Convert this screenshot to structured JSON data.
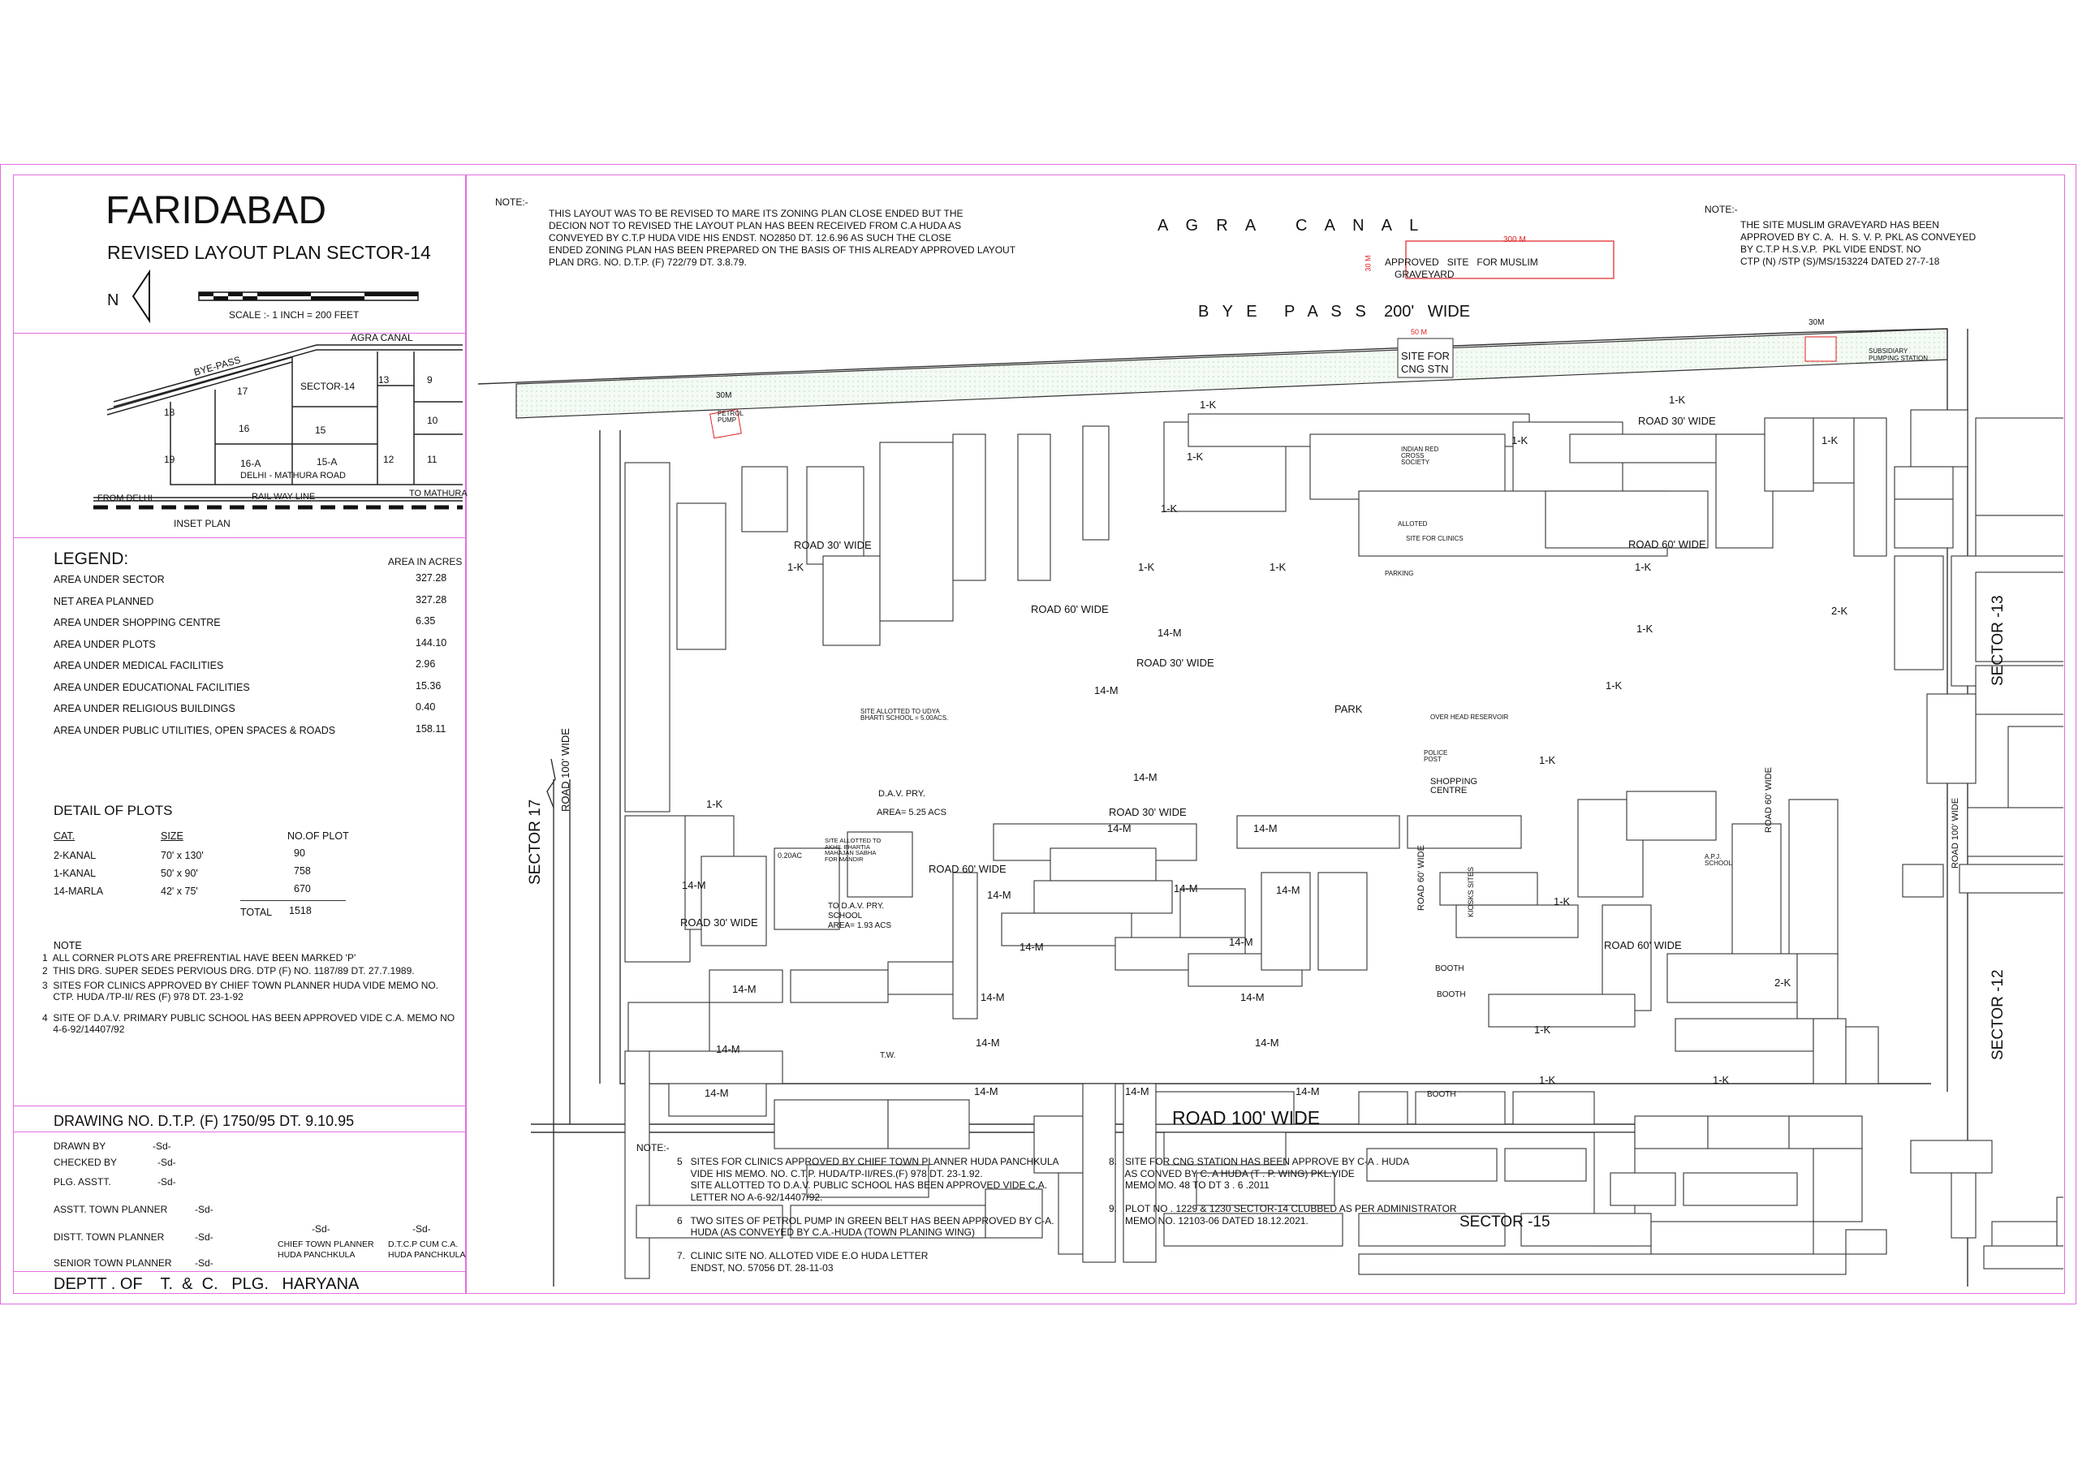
{
  "title": "FARIDABAD",
  "subtitle": "REVISED LAYOUT PLAN SECTOR-14",
  "north": "N",
  "scale": "SCALE :- 1 INCH = 200 FEET",
  "inset": {
    "caption": "INSET PLAN",
    "labels": {
      "agra_canal": "AGRA CANAL",
      "bye_pass": "BYE-PASS",
      "delhi_mathura": "DELHI - MATHURA ROAD",
      "railway": "RAIL WAY LINE",
      "from_delhi": "FROM DELHI",
      "to_mathura": "TO MATHURA"
    },
    "sectors": [
      "17",
      "SECTOR-14",
      "13",
      "9",
      "18",
      "16",
      "15",
      "10",
      "19",
      "16-A",
      "15-A",
      "12",
      "11"
    ]
  },
  "legend": {
    "title": "LEGEND:",
    "unit_header": "AREA IN ACRES",
    "rows": [
      {
        "label": "AREA UNDER SECTOR",
        "value": "327.28"
      },
      {
        "label": "NET AREA PLANNED",
        "value": "327.28"
      },
      {
        "label": "AREA UNDER SHOPPING CENTRE",
        "value": "6.35"
      },
      {
        "label": "AREA UNDER PLOTS",
        "value": "144.10"
      },
      {
        "label": "AREA UNDER MEDICAL FACILITIES",
        "value": "2.96"
      },
      {
        "label": "AREA UNDER EDUCATIONAL FACILITIES",
        "value": "15.36"
      },
      {
        "label": "AREA UNDER RELIGIOUS BUILDINGS",
        "value": "0.40"
      },
      {
        "label": "AREA UNDER PUBLIC UTILITIES, OPEN SPACES & ROADS",
        "value": "158.11"
      }
    ]
  },
  "detail": {
    "title": "DETAIL OF PLOTS",
    "headers": [
      "CAT.",
      "SIZE",
      "NO.OF PLOT"
    ],
    "rows": [
      [
        "2-KANAL",
        "70' x 130'",
        "90"
      ],
      [
        "1-KANAL",
        "50' x 90'",
        "758"
      ],
      [
        "14-MARLA",
        "42' x 75'",
        "670"
      ]
    ],
    "total_label": "TOTAL",
    "total_value": "1518"
  },
  "left_note": {
    "heading": "NOTE",
    "items": [
      "1  ALL CORNER PLOTS ARE PREFRENTIAL HAVE BEEN MARKED 'P'",
      "2  THIS DRG. SUPER SEDES PERVIOUS DRG. DTP (F) NO. 1187/89 DT. 27.7.1989.",
      "3  SITES FOR CLINICS APPROVED BY CHIEF TOWN PLANNER HUDA VIDE MEMO NO.",
      "    CTP. HUDA /TP-II/ RES (F) 978 DT. 23-1-92",
      "4  SITE OF D.A.V. PRIMARY PUBLIC SCHOOL HAS BEEN APPROVED VIDE C.A. MEMO NO",
      "    4-6-92/14407/92"
    ]
  },
  "drawing_no": "DRAWING NO. D.T.P. (F) 1750/95 DT. 9.10.95",
  "signatures": {
    "rows": [
      {
        "label": "DRAWN BY",
        "sig": "-Sd-"
      },
      {
        "label": "CHECKED BY",
        "sig": "-Sd-"
      },
      {
        "label": "PLG. ASSTT.",
        "sig": "-Sd-"
      },
      {
        "label": "ASSTT. TOWN PLANNER",
        "sig": "-Sd-"
      },
      {
        "label": "DISTT. TOWN PLANNER",
        "sig": "-Sd-"
      },
      {
        "label": "SENIOR TOWN PLANNER",
        "sig": "-Sd-"
      }
    ],
    "ctp_sig": "-Sd-",
    "ctp_1": "CHIEF TOWN PLANNER",
    "ctp_2": "HUDA PANCHKULA",
    "dtcp_sig": "-Sd-",
    "dtcp_1": "D.T.C.P CUM C.A.",
    "dtcp_2": "HUDA PANCHKULA"
  },
  "dept": "DEPTT . OF    T.  &  C.   PLG.   HARYANA",
  "top_note": {
    "heading": "NOTE:-",
    "text": "THIS LAYOUT WAS TO BE REVISED TO MARE ITS ZONING PLAN CLOSE ENDED BUT THE\nDECION NOT TO REVISED THE LAYOUT PLAN HAS BEEN RECEIVED FROM C.A HUDA AS\nCONVEYED BY C.T.P HUDA VIDE HIS ENDST. NO2850 DT. 12.6.96 AS SUCH THE CLOSE\nENDED ZONING PLAN HAS BEEN PREPARED ON THE BASIS OF THIS ALREADY APPROVED LAYOUT\nPLAN DRG. NO. D.T.P. (F) 722/79 DT. 3.8.79."
  },
  "right_note": {
    "heading": "NOTE:-",
    "text": "THE SITE MUSLIM GRAVEYARD HAS BEEN\nAPPROVED BY C. A.  H. S. V. P. PKL AS CONVEYED\nBY C.T.P H.S.V.P.  PKL VIDE ENDST. NO\nCTP (N) /STP (S)/MS/153224 DATED 27-7-18"
  },
  "map_labels": {
    "agra_canal": "A    G    R    A         C    A    N    A    L",
    "bye_pass": "B   Y   E      P   A   S   S    200'   WIDE",
    "graveyard_1": "APPROVED   SITE   FOR MUSLIM",
    "graveyard_2": "GRAVEYARD",
    "m300": "300 M",
    "m30": "30 M",
    "m50": "50 M",
    "m30b": "30M",
    "m30c": "30M",
    "cng_1": "SITE FOR",
    "cng_2": "CNG STN",
    "petrol_pump": "PETROL PUMP",
    "subsidiary_1": "SUBSIDIARY",
    "subsidiary_2": "PUMPING STATION",
    "road_100_bottom": "ROAD 100' WIDE",
    "road_100_left": "ROAD 100' WIDE",
    "road_100_right": "ROAD 100' WIDE",
    "road_60_a": "ROAD 60' WIDE",
    "road_60_b": "ROAD 60' WIDE",
    "road_60_c": "ROAD 60' WIDE",
    "road_60_d": "ROAD 60' WIDE",
    "road_60_e": "ROAD 60' WIDE",
    "road_60_f": "ROAD 60' WIDE",
    "road_30_a": "ROAD 30' WIDE",
    "road_30_b": "ROAD 30' WIDE",
    "road_30_c": "ROAD 30' WIDE",
    "road_30_d": "ROAD 30' WIDE",
    "road_30_e": "ROAD 30' WIDE",
    "sector_17": "SECTOR 17",
    "sector_13": "SECTOR -13",
    "sector_12": "SECTOR -12",
    "sector_15": "SECTOR -15",
    "park": "PARK",
    "dav_1": "D.A.V. PRY.",
    "dav_2": "AREA= 5.25 ACS",
    "udya_bharti": "SITE ALLOTTED TO UDYA BHARTI SCHOOL = 5.00ACS.",
    "to_dav_1": "TO D.A.V. PRY.",
    "to_dav_2": "SCHOOL",
    "to_dav_3": "AREA= 1.93 ACS",
    "red_cross": "INDIAN RED CROSS SOCIETY",
    "shopping": "SHOPPING CENTRE",
    "police": "POLICE POST",
    "kiosks": "KIOSKS SITES",
    "booth": "BOOTH",
    "overhead": "OVER HEAD RESERVOIR",
    "apj": "A.P.J. SCHOOL",
    "mandir": "SITE ALLOTTED TO AKHIL BHARTIA MAHAJAN SABHA FOR MANDIR",
    "tw": "T.W.",
    "allotted": "ALLOTED",
    "parking": "PARKING",
    "clinics": "SITE FOR CLINICS",
    "ac020": "0.20AC",
    "k1": "1-K",
    "k2": "2-K",
    "m14": "14-M"
  },
  "bottom_note": {
    "heading": "NOTE:-",
    "col1": "5   SITES FOR CLINICS APPROVED BY CHIEF TOWN PLANNER HUDA PANCHKULA\n     VIDE HIS MEMO. NO. C.T.P. HUDA/TP-II/RES.(F) 978 DT. 23-1.92.\n     SITE ALLOTTED TO D.A.V. PUBLIC SCHOOL HAS BEEN APPROVED VIDE C.A.\n     LETTER NO A-6-92/14407/92.\n\n6   TWO SITES OF PETROL PUMP IN GREEN BELT HAS BEEN APPROVED BY C-A.\n     HUDA (AS CONVEYED BY C.A.-HUDA (TOWN PLANING WING)\n\n7.  CLINIC SITE NO. ALLOTED VIDE E.O HUDA LETTER\n     ENDST, NO. 57056 DT. 28-11-03",
    "col2": "8.   SITE FOR CNG STATION HAS BEEN APPROVE BY C-A . HUDA\n      AS CONVED BY C. A HUDA (T . P. WING) PKL.VIDE\n      MEMO MO. 48 TO DT 3 . 6 .2011\n\n9.   PLOT NO . 1229 & 1230 SECTOR-14 CLUBBED AS PER ADMINISTRATOR\n      MEMO NO. 12103-06 DATED 18.12.2021."
  },
  "colors": {
    "frame": "#e070e0",
    "plot_line": "#e02020",
    "outline": "#333333",
    "green_belt": "#eef7ee"
  }
}
